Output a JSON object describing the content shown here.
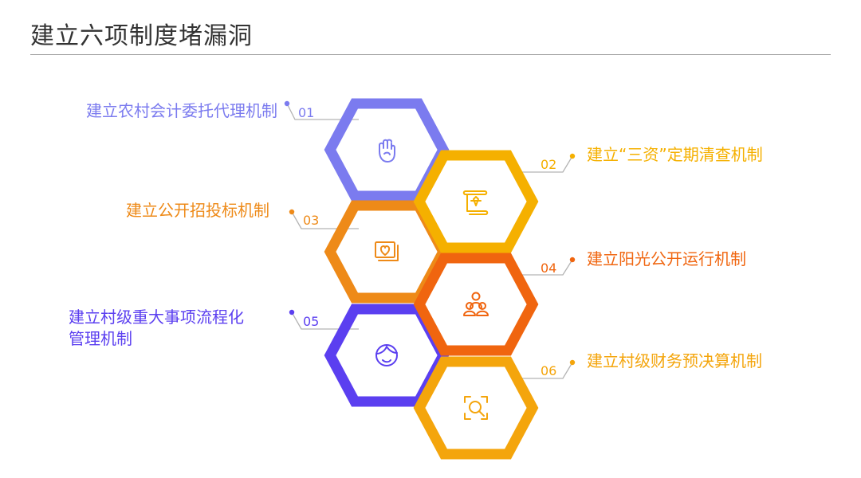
{
  "title": "建立六项制度堵漏洞",
  "items": [
    {
      "number": "01",
      "label": "建立农村会计委托代理机制",
      "color": "#7b7bef",
      "icon": "hand-icon"
    },
    {
      "number": "02",
      "label": "建立“三资”定期清查机制",
      "color": "#f5b000",
      "icon": "scroll-icon"
    },
    {
      "number": "03",
      "label": "建立公开招投标机制",
      "color": "#ee8a18",
      "icon": "heart-frame-icon"
    },
    {
      "number": "04",
      "label": "建立阳光公开运行机制",
      "color": "#f0650f",
      "icon": "people-icon"
    },
    {
      "number": "05",
      "label": "建立村级重大事项流程化\n管理机制",
      "color": "#5b3ff0",
      "icon": "face-icon"
    },
    {
      "number": "06",
      "label": "建立村级财务预决算机制",
      "color": "#f4a50c",
      "icon": "search-frame-icon"
    }
  ]
}
